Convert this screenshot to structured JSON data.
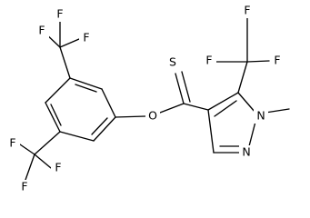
{
  "atoms": {
    "f1": "F",
    "f2": "F",
    "f3": "F",
    "f4": "F",
    "f5": "F",
    "f6": "F",
    "f7": "F",
    "f8": "F",
    "f9": "F",
    "s": "S",
    "o": "O",
    "n1": "N",
    "n2": "N"
  },
  "colors": {
    "bond": "#000000",
    "label": "#000000",
    "background": "#ffffff"
  }
}
